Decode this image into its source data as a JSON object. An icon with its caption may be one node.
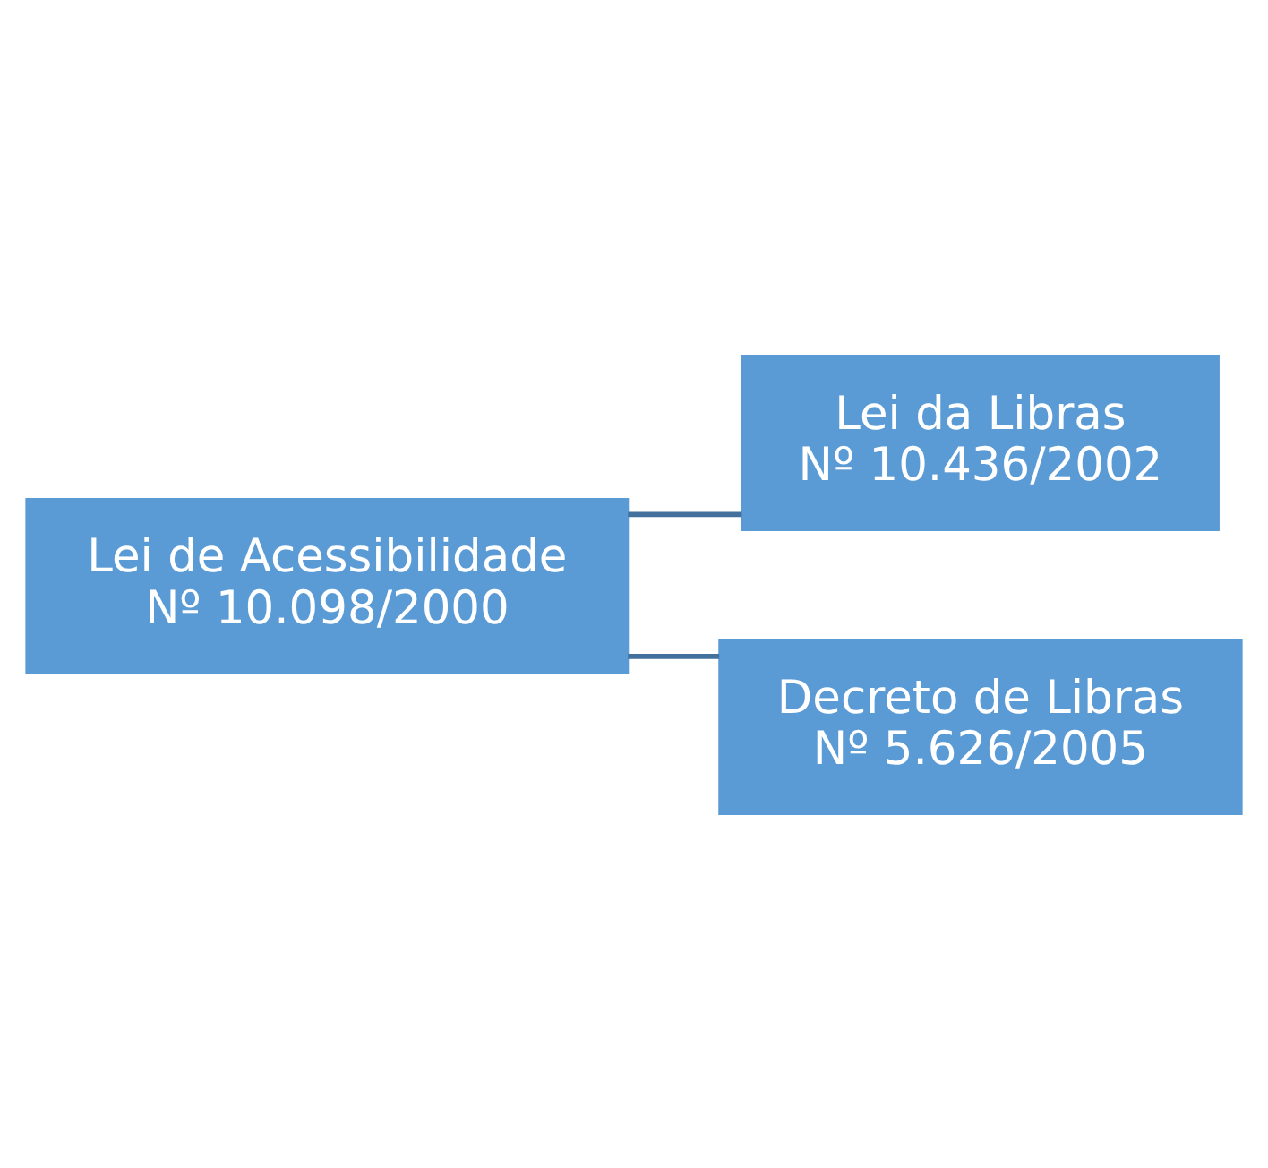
{
  "diagram": {
    "nodes": [
      {
        "text": [
          "Lei de Acessibilidade",
          "Nº 10.098/2000"
        ]
      },
      {
        "text": [
          "Lei da Libras",
          "Nº 10.436/2002"
        ]
      },
      {
        "text": [
          "Decreto de Libras",
          "Nº 5.626/2005"
        ]
      }
    ],
    "edges": [
      {
        "from": 0,
        "to": 1,
        "arrow": "none"
      },
      {
        "from": 0,
        "to": 2,
        "arrow": "none"
      }
    ]
  }
}
